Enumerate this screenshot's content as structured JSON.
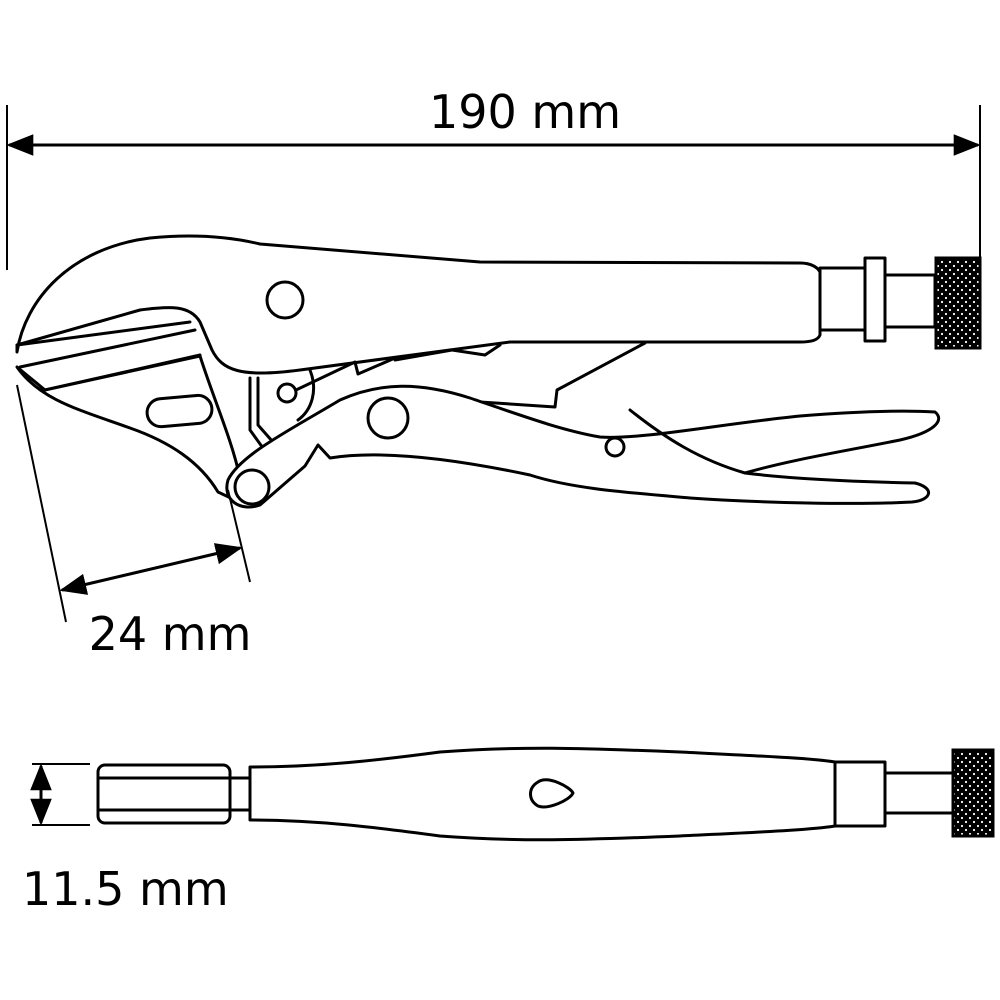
{
  "diagram": {
    "subject": "Locking pliers (vise-grip) technical dimension drawing",
    "dimensions": {
      "overall_length": {
        "label": "190 mm",
        "value": 190,
        "unit": "mm"
      },
      "jaw_opening": {
        "label": "24 mm",
        "value": 24,
        "unit": "mm"
      },
      "jaw_thickness": {
        "label": "11.5 mm",
        "value": 11.5,
        "unit": "mm"
      }
    },
    "views": [
      {
        "name": "side-view",
        "components": [
          "upper-jaw",
          "lower-jaw",
          "pivot-rivets",
          "release-lever",
          "upper-handle",
          "lower-handle",
          "adjusting-screw",
          "hex-nut",
          "knurled-knob"
        ]
      },
      {
        "name": "top-view",
        "components": [
          "jaw-tip",
          "handle-body",
          "teardrop-hole",
          "collar",
          "screw-shaft",
          "knurled-knob"
        ]
      }
    ],
    "colors": {
      "line": "#000000",
      "background": "#ffffff"
    }
  }
}
